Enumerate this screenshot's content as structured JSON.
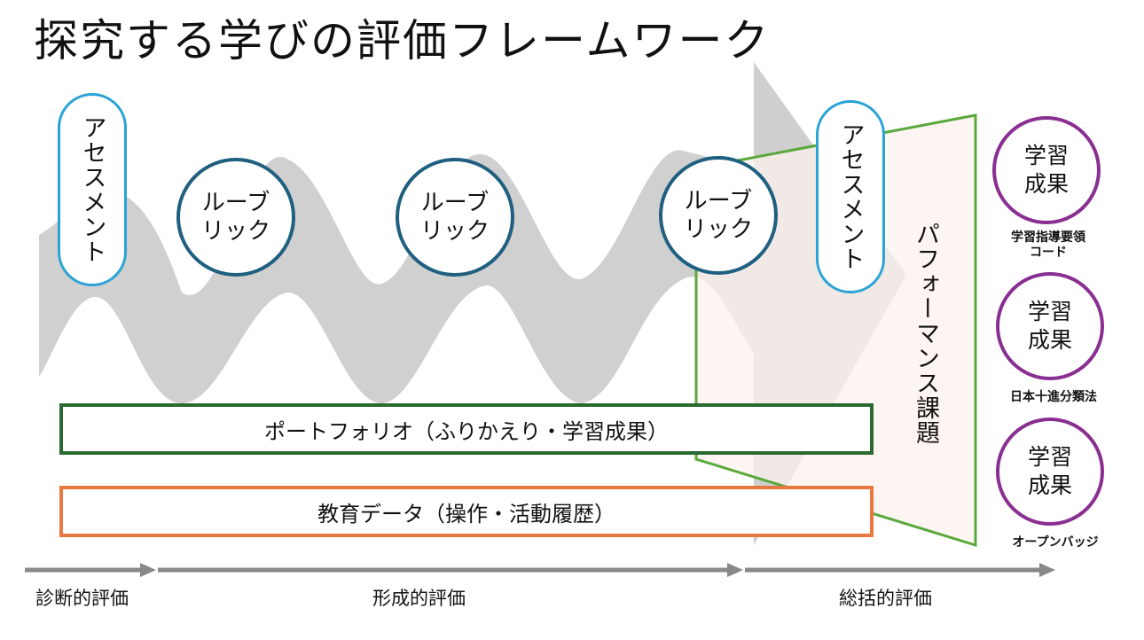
{
  "title": "探究する学びの評価フレームワーク",
  "assessment_label": "アセスメント",
  "rubric_label_line1": "ルーブ",
  "rubric_label_line2": "リック",
  "performance_task": "パフォーマンス課題",
  "portfolio": "ポートフォリオ（ふりかえり・学習成果）",
  "education_data": "教育データ（操作・活動履歴）",
  "outcomes": [
    {
      "line1": "学習",
      "line2": "成果",
      "caption": "学習指導要領\nコード"
    },
    {
      "line1": "学習",
      "line2": "成果",
      "caption": "日本十進分類法"
    },
    {
      "line1": "学習",
      "line2": "成果",
      "caption": "オープンバッジ"
    }
  ],
  "phases": [
    "診断的評価",
    "形成的評価",
    "総括的評価"
  ],
  "colors": {
    "assessment": "#2aa3d6",
    "rubric": "#1f5f80",
    "outcome": "#8a2f92",
    "portfolio": "#2a6a30",
    "data": "#e8783f",
    "performance": "#5aa83c",
    "band": "#d0d0d0"
  }
}
